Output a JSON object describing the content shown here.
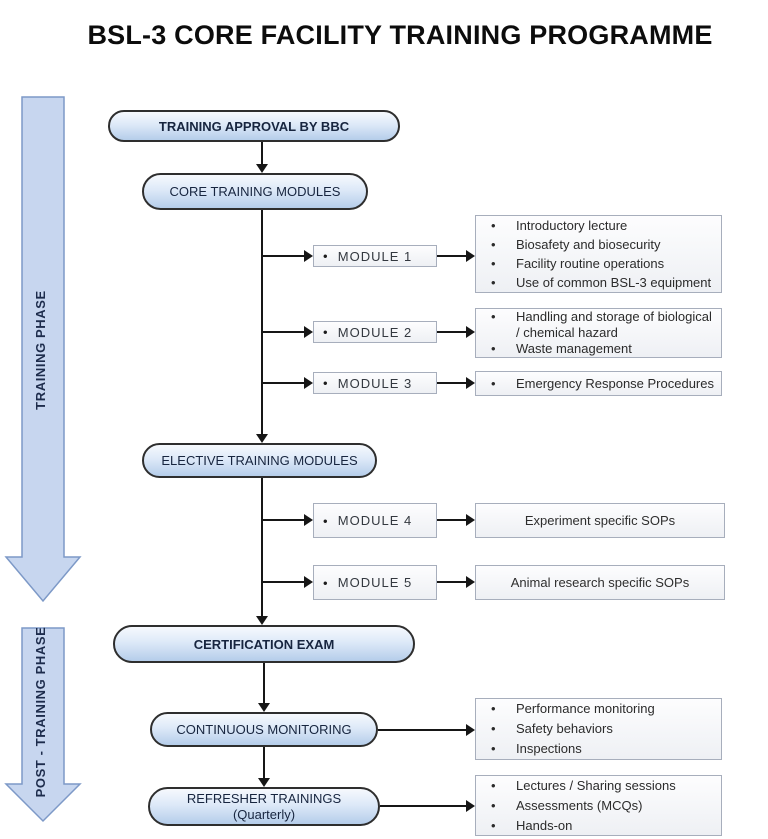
{
  "title": "BSL-3 CORE FACILITY TRAINING PROGRAMME",
  "phases": {
    "training": {
      "label": "TRAINING PHASE"
    },
    "post_training": {
      "label": "POST - TRAINING PHASE"
    }
  },
  "nodes": {
    "approval": {
      "label": "TRAINING APPROVAL BY BBC"
    },
    "core_modules": {
      "label": "CORE TRAINING MODULES"
    },
    "elective_modules": {
      "label": "ELECTIVE TRAINING MODULES"
    },
    "certification": {
      "label": "CERTIFICATION EXAM"
    },
    "monitoring": {
      "label": "CONTINUOUS MONITORING"
    },
    "refresher": {
      "label": "REFRESHER TRAININGS",
      "sublabel": "(Quarterly)"
    }
  },
  "modules": {
    "m1": {
      "label": "MODULE 1",
      "items": [
        "Introductory lecture",
        "Biosafety and biosecurity",
        "Facility routine operations",
        "Use of common BSL-3 equipment"
      ]
    },
    "m2": {
      "label": "MODULE 2",
      "items": [
        "Handling and storage of biological / chemical hazard",
        "Waste management"
      ]
    },
    "m3": {
      "label": "MODULE 3",
      "items": [
        "Emergency Response Procedures"
      ]
    },
    "m4": {
      "label": "MODULE 4",
      "detail": "Experiment specific SOPs"
    },
    "m5": {
      "label": "MODULE 5",
      "detail": "Animal research specific SOPs"
    }
  },
  "monitoring_details": {
    "items": [
      "Performance monitoring",
      "Safety behaviors",
      "Inspections"
    ]
  },
  "refresher_details": {
    "items": [
      "Lectures / Sharing sessions",
      "Assessments (MCQs)",
      "Hands-on"
    ]
  },
  "colors": {
    "stadium_fill_top": "#f6f9fd",
    "stadium_fill_bottom": "#b5cdea",
    "stadium_border": "#2e2e2e",
    "box_border": "#a7aebc",
    "box_fill": "#f2f4f7",
    "phase_arrow_fill": "#c7d6ef",
    "phase_arrow_border": "#7d99c7",
    "connector": "#161616",
    "title_text": "#0c0c0c"
  }
}
